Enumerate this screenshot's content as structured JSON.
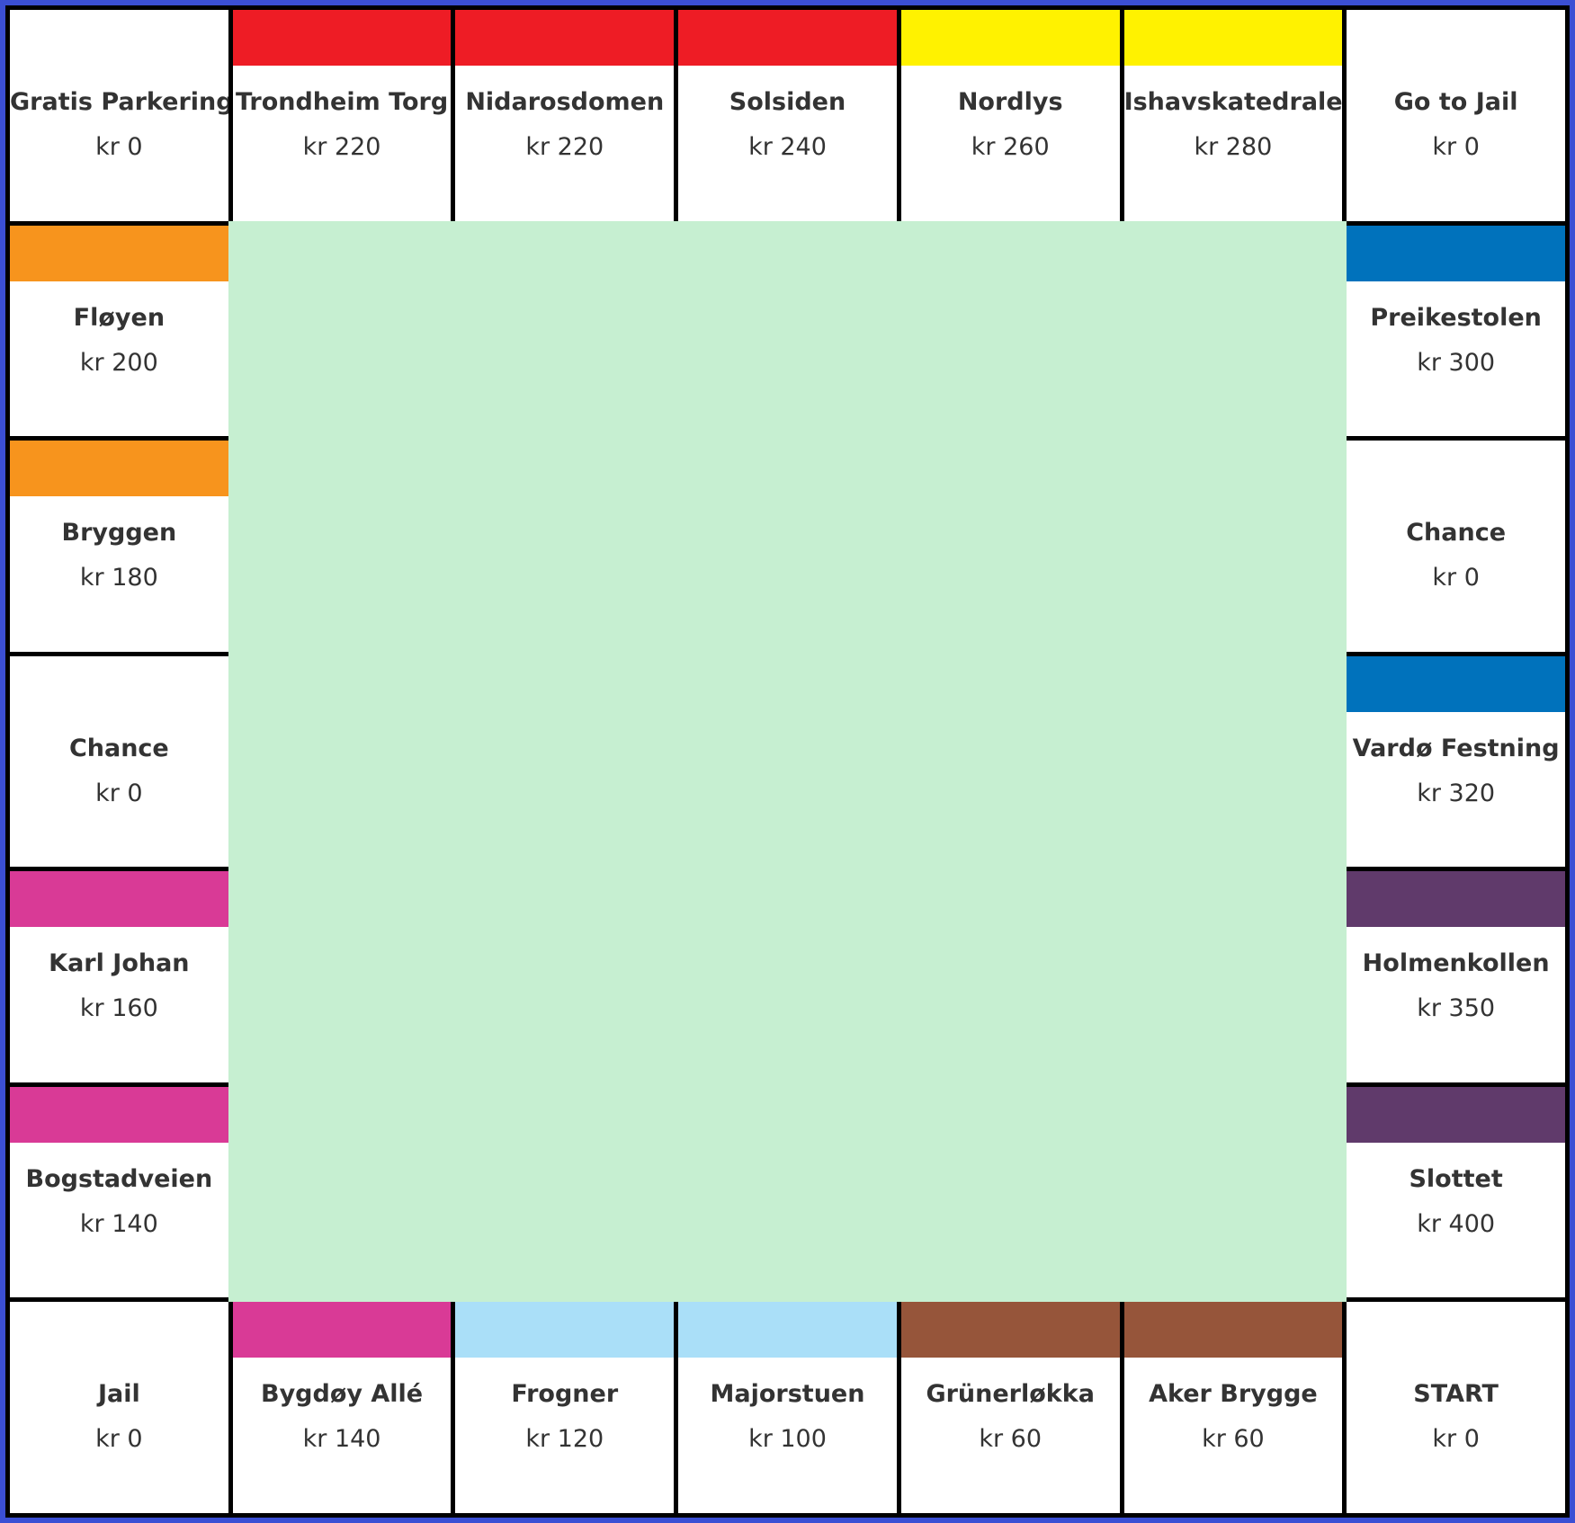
{
  "theme": {
    "border_color": "#3b4fd4",
    "center_color": "#c6efd1",
    "tile_color": "#ffffff",
    "text_color": "#333333"
  },
  "groups": {
    "red": "#ee1c25",
    "yellow": "#fff200",
    "orange": "#f7941d",
    "blue": "#0072bc",
    "magenta": "#d93a96",
    "purple": "#603a6b",
    "lightblue": "#aadff8",
    "brown": "#96553a"
  },
  "top_row": [
    {
      "id": "gratis-parkering",
      "name": "Gratis Parkering",
      "price": "kr 0",
      "group": null
    },
    {
      "id": "trondheim-torg",
      "name": "Trondheim Torg",
      "price": "kr 220",
      "group": "red"
    },
    {
      "id": "nidarosdomen",
      "name": "Nidarosdomen",
      "price": "kr 220",
      "group": "red"
    },
    {
      "id": "solsiden",
      "name": "Solsiden",
      "price": "kr 240",
      "group": "red"
    },
    {
      "id": "nordlys",
      "name": "Nordlys",
      "price": "kr 260",
      "group": "yellow"
    },
    {
      "id": "ishavskatedralen",
      "name": "Ishavskatedralen",
      "price": "kr 280",
      "group": "yellow"
    },
    {
      "id": "go-to-jail",
      "name": "Go to Jail",
      "price": "kr 0",
      "group": null
    }
  ],
  "left_column": [
    {
      "id": "floyen",
      "name": "Fløyen",
      "price": "kr 200",
      "group": "orange"
    },
    {
      "id": "bryggen",
      "name": "Bryggen",
      "price": "kr 180",
      "group": "orange"
    },
    {
      "id": "chance-left",
      "name": "Chance",
      "price": "kr 0",
      "group": null
    },
    {
      "id": "karl-johan",
      "name": "Karl Johan",
      "price": "kr 160",
      "group": "magenta"
    },
    {
      "id": "bogstadveien",
      "name": "Bogstadveien",
      "price": "kr 140",
      "group": "magenta"
    }
  ],
  "right_column": [
    {
      "id": "preikestolen",
      "name": "Preikestolen",
      "price": "kr 300",
      "group": "blue"
    },
    {
      "id": "chance-right",
      "name": "Chance",
      "price": "kr 0",
      "group": null
    },
    {
      "id": "vardo-festning",
      "name": "Vardø Festning",
      "price": "kr 320",
      "group": "blue"
    },
    {
      "id": "holmenkollen",
      "name": "Holmenkollen",
      "price": "kr 350",
      "group": "purple"
    },
    {
      "id": "slottet",
      "name": "Slottet",
      "price": "kr 400",
      "group": "purple"
    }
  ],
  "bottom_row": [
    {
      "id": "jail",
      "name": "Jail",
      "price": "kr 0",
      "group": null
    },
    {
      "id": "bygdoy-alle",
      "name": "Bygdøy Allé",
      "price": "kr 140",
      "group": "magenta"
    },
    {
      "id": "frogner",
      "name": "Frogner",
      "price": "kr 120",
      "group": "lightblue"
    },
    {
      "id": "majorstuen",
      "name": "Majorstuen",
      "price": "kr 100",
      "group": "lightblue"
    },
    {
      "id": "grunerlokka",
      "name": "Grünerløkka",
      "price": "kr 60",
      "group": "brown"
    },
    {
      "id": "aker-brygge",
      "name": "Aker Brygge",
      "price": "kr 60",
      "group": "brown"
    },
    {
      "id": "start",
      "name": "START",
      "price": "kr 0",
      "group": null
    }
  ]
}
